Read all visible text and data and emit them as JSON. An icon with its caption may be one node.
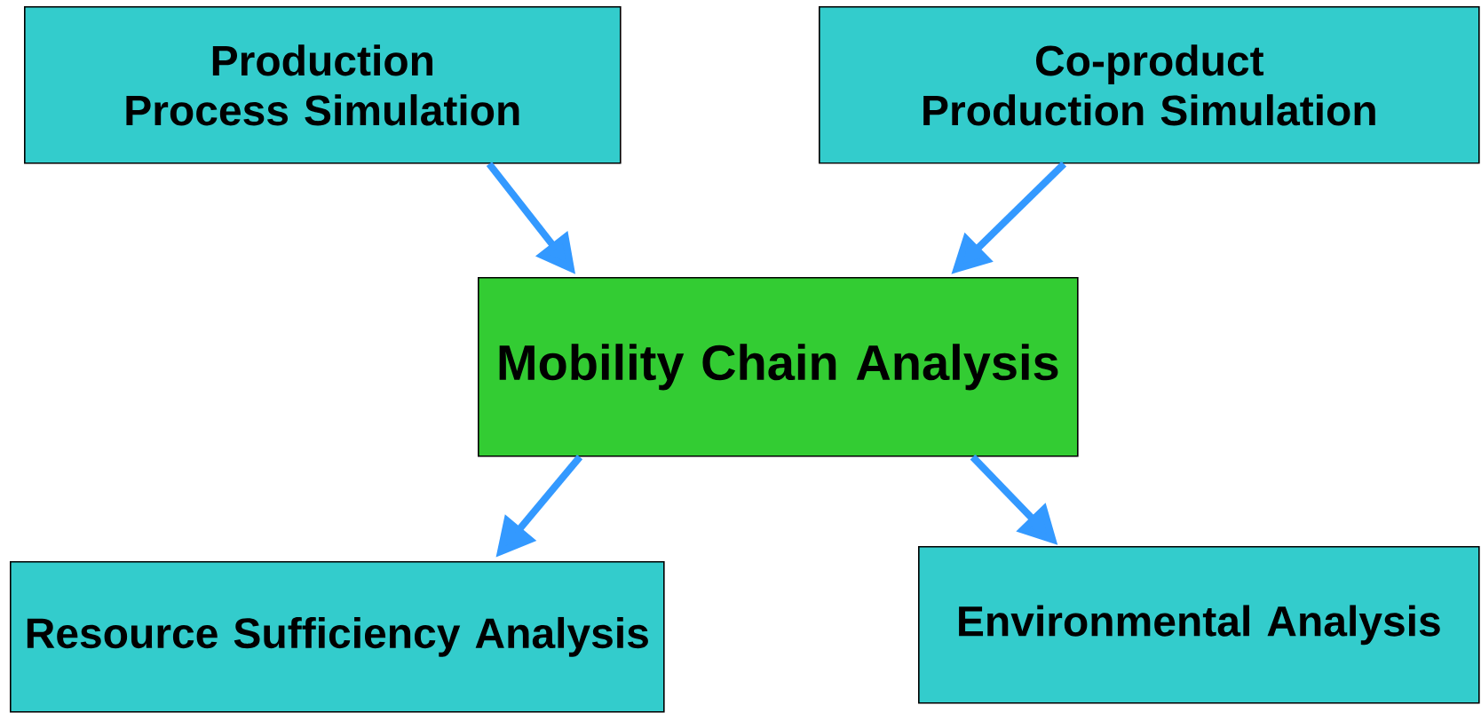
{
  "diagram": {
    "nodes": [
      {
        "text": [
          "Production Process Simulation"
        ]
      },
      {
        "text": [
          "Co-product Production Simulation"
        ]
      },
      {
        "text": [
          "Mobility Chain Analysis"
        ]
      },
      {
        "text": [
          "Resource Sufficiency Analysis"
        ]
      },
      {
        "text": [
          "Environmental Analysis"
        ]
      }
    ],
    "edges": [
      {
        "from": 0,
        "to": 2,
        "arrow": "to"
      },
      {
        "from": 1,
        "to": 2,
        "arrow": "to"
      },
      {
        "from": 2,
        "to": 3,
        "arrow": "to"
      },
      {
        "from": 2,
        "to": 4,
        "arrow": "to"
      }
    ]
  }
}
